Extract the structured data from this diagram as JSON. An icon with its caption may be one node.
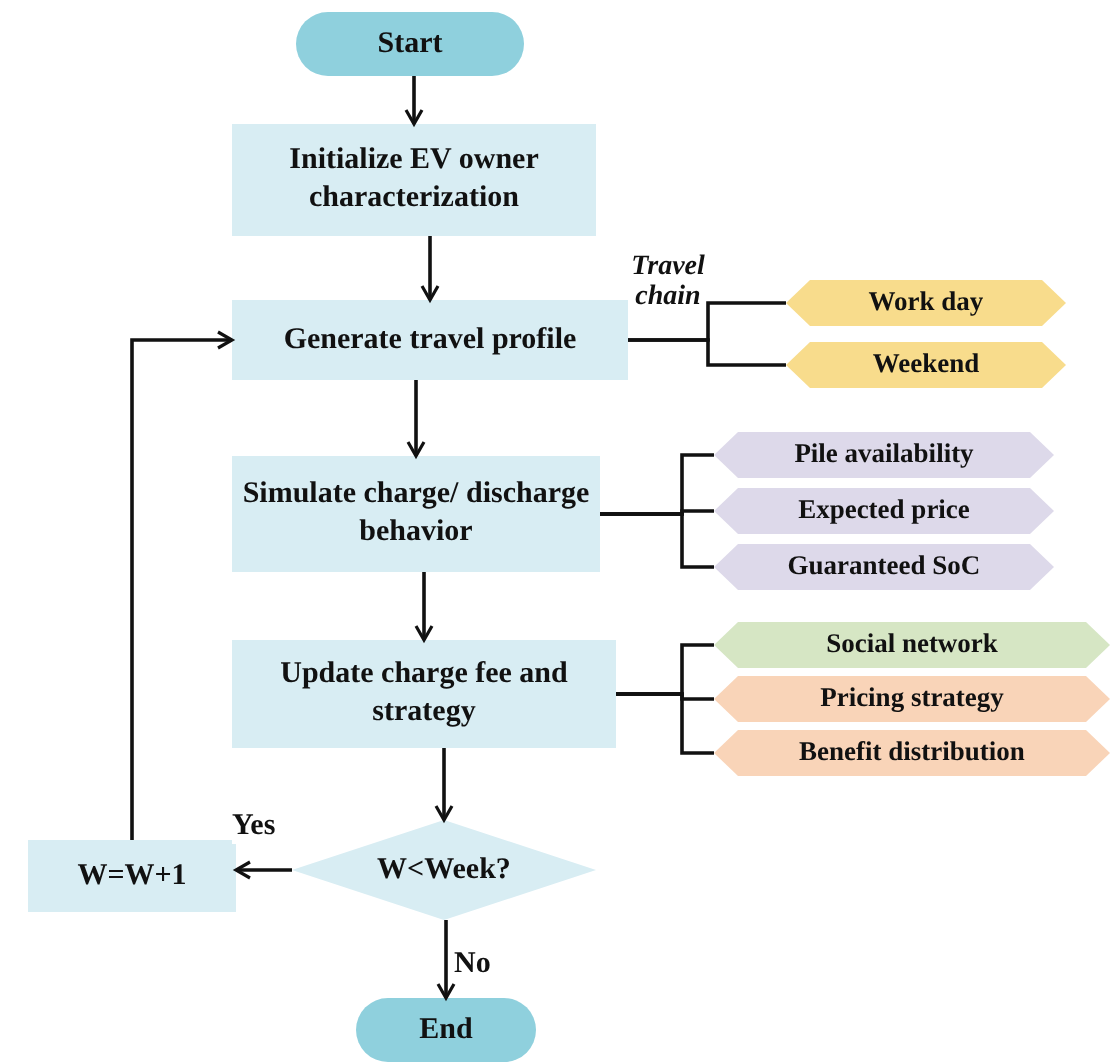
{
  "diagram": {
    "nodes": [
      {
        "text": [
          "Start"
        ]
      },
      {
        "text": [
          "Initialize EV owner characterization"
        ]
      },
      {
        "text": [
          "Generate travel profile"
        ]
      },
      {
        "text": [
          "Simulate charge/ discharge behavior"
        ]
      },
      {
        "text": [
          "Update charge fee and strategy"
        ]
      },
      {
        "text": [
          "W<Week?"
        ]
      },
      {
        "text": [
          "End"
        ]
      },
      {
        "text": [
          "W=W+1"
        ]
      },
      {
        "text": [
          "Work day"
        ]
      },
      {
        "text": [
          "Weekend"
        ]
      },
      {
        "text": [
          "Pile availability"
        ]
      },
      {
        "text": [
          "Expected price"
        ]
      },
      {
        "text": [
          "Guaranteed SoC"
        ]
      },
      {
        "text": [
          "Social network"
        ]
      },
      {
        "text": [
          "Pricing strategy"
        ]
      },
      {
        "text": [
          "Benefit distribution"
        ]
      }
    ],
    "edges": [
      {
        "from": 0,
        "to": 1,
        "arrow": "to"
      },
      {
        "from": 1,
        "to": 2,
        "arrow": "to"
      },
      {
        "from": 2,
        "to": 3,
        "arrow": "to"
      },
      {
        "from": 3,
        "to": 4,
        "arrow": "to"
      },
      {
        "from": 4,
        "to": 5,
        "arrow": "to"
      },
      {
        "from": 5,
        "to": 6,
        "label": "No",
        "arrow": "to"
      },
      {
        "from": 5,
        "to": 7,
        "label": "Yes",
        "arrow": "to"
      },
      {
        "from": 7,
        "to": 2,
        "arrow": "to"
      },
      {
        "from": 2,
        "to": 8,
        "label": "Travel chain",
        "arrow": "none"
      },
      {
        "from": 2,
        "to": 9,
        "arrow": "none"
      },
      {
        "from": 3,
        "to": 10,
        "arrow": "none"
      },
      {
        "from": 3,
        "to": 11,
        "arrow": "none"
      },
      {
        "from": 3,
        "to": 12,
        "arrow": "none"
      },
      {
        "from": 4,
        "to": 13,
        "arrow": "none"
      },
      {
        "from": 4,
        "to": 14,
        "arrow": "none"
      },
      {
        "from": 4,
        "to": 15,
        "arrow": "none"
      }
    ]
  }
}
